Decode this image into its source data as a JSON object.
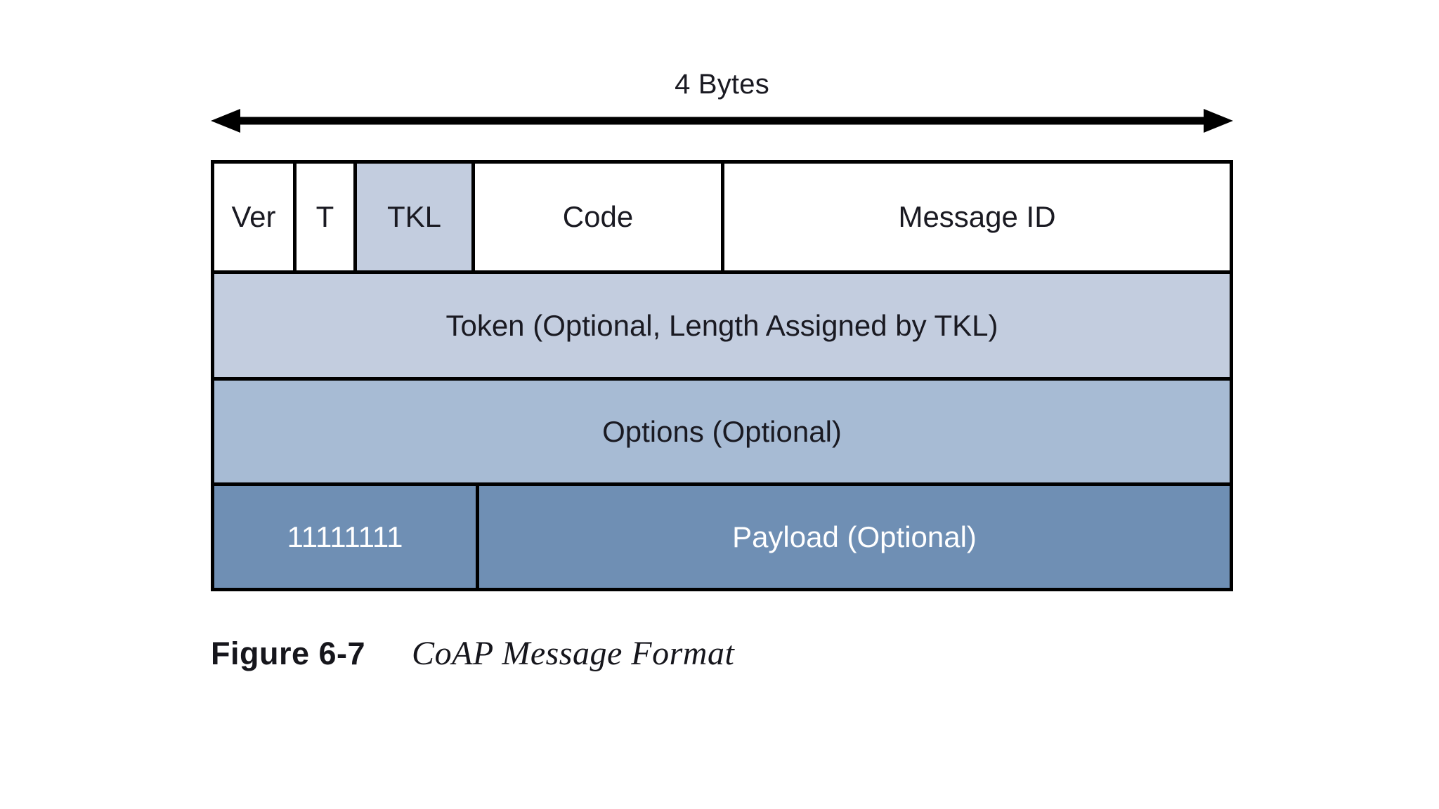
{
  "figure": {
    "width_annotation": {
      "label": "4 Bytes",
      "arrow": "double-headed-horizontal-arrow"
    },
    "rows": [
      {
        "name": "header",
        "cells": [
          {
            "label": "Ver",
            "fill": "white"
          },
          {
            "label": "T",
            "fill": "white"
          },
          {
            "label": "TKL",
            "fill": "light-blue"
          },
          {
            "label": "Code",
            "fill": "white"
          },
          {
            "label": "Message ID",
            "fill": "white"
          }
        ]
      },
      {
        "name": "token",
        "cells": [
          {
            "label": "Token (Optional, Length Assigned by TKL)",
            "fill": "light-blue"
          }
        ]
      },
      {
        "name": "options",
        "cells": [
          {
            "label": "Options (Optional)",
            "fill": "mid-blue"
          }
        ]
      },
      {
        "name": "payload",
        "cells": [
          {
            "label": "11111111",
            "fill": "dark-blue"
          },
          {
            "label": "Payload (Optional)",
            "fill": "dark-blue"
          }
        ]
      }
    ],
    "caption": {
      "number": "Figure 6-7",
      "title": "CoAP Message Format"
    },
    "colors": {
      "white": "#ffffff",
      "light_blue": "#c3cddf",
      "mid_blue": "#a7bbd4",
      "dark_blue": "#6f8fb4",
      "border": "#000000",
      "text": "#1a1a22",
      "text_inverse": "#ffffff"
    }
  }
}
